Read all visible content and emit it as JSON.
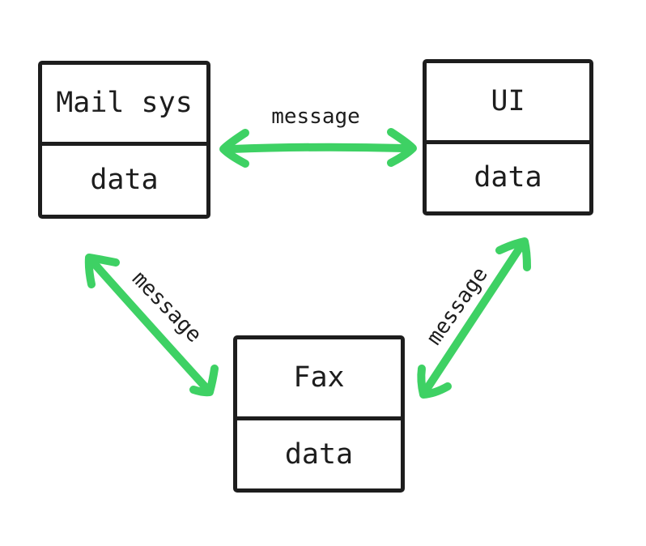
{
  "diagram": {
    "colors": {
      "green": "#3ED164",
      "ink": "#1D1D1D",
      "background": "#FFFFFF"
    },
    "nodes": [
      {
        "id": "mail-sys",
        "title": "Mail sys",
        "section": "data"
      },
      {
        "id": "ui",
        "title": "UI",
        "section": "data"
      },
      {
        "id": "fax",
        "title": "Fax",
        "section": "data"
      }
    ],
    "connections": [
      {
        "id": "mailsys-ui",
        "label": "message",
        "icon": "double-headed-arrow"
      },
      {
        "id": "mailsys-fax",
        "label": "message",
        "icon": "double-headed-arrow"
      },
      {
        "id": "fax-ui",
        "label": "message",
        "icon": "double-headed-arrow"
      }
    ]
  }
}
